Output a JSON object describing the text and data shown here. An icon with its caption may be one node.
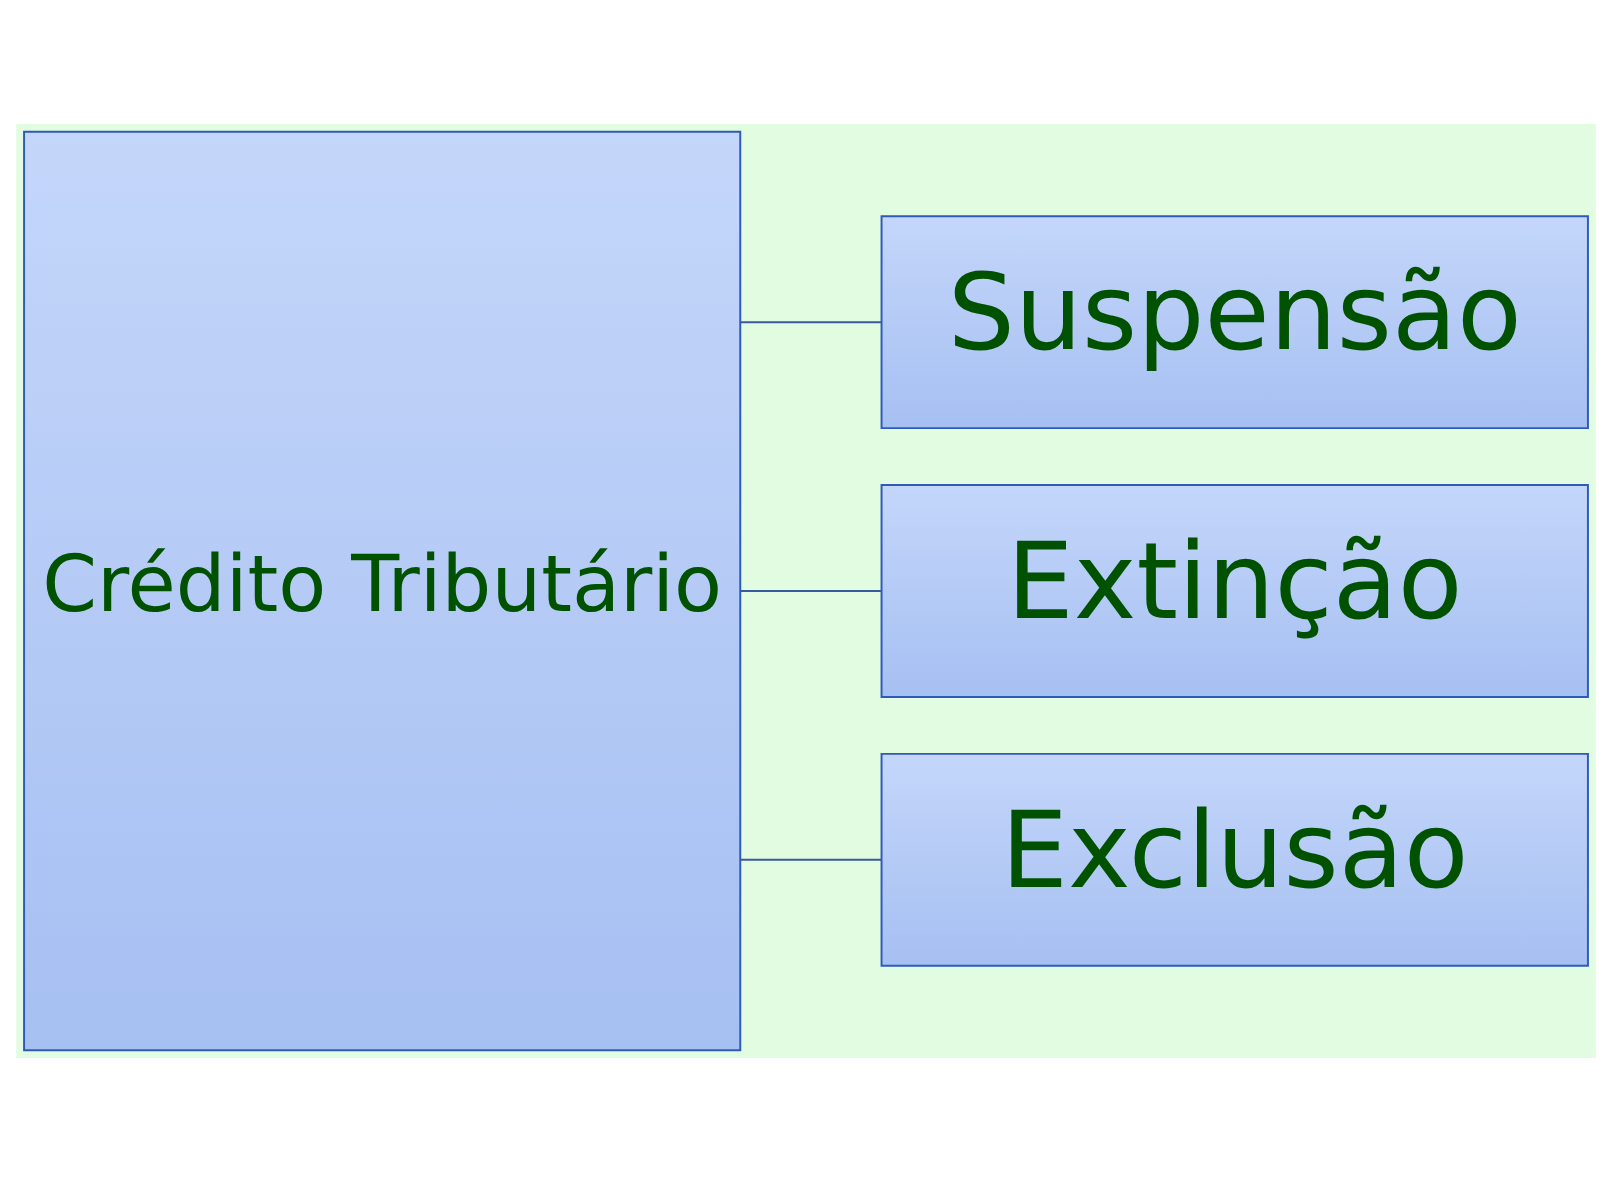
{
  "diagram": {
    "nodes": [
      {
        "text": [
          "Crédito Tributário"
        ]
      },
      {
        "text": [
          "Suspensão"
        ]
      },
      {
        "text": [
          "Extinção"
        ]
      },
      {
        "text": [
          "Exclusão"
        ]
      }
    ],
    "edges": [
      {
        "from": 0,
        "to": 1,
        "arrow": "none"
      },
      {
        "from": 0,
        "to": 2,
        "arrow": "none"
      },
      {
        "from": 0,
        "to": 3,
        "arrow": "none"
      }
    ]
  }
}
